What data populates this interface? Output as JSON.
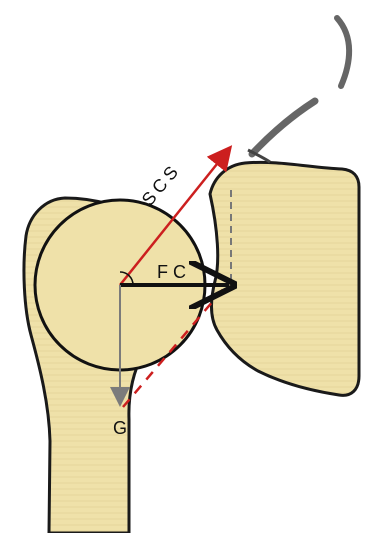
{
  "labels": {
    "scs": "SCS",
    "fc": "FC",
    "g": "G"
  },
  "colors": {
    "bone_fill": "#efe1a9",
    "bone_stroke": "#1a1a1a",
    "red_vector": "#cc1f1f",
    "black_vector": "#111111",
    "gray_vector": "#7b7b7b",
    "rope": "#6c6c6c"
  }
}
